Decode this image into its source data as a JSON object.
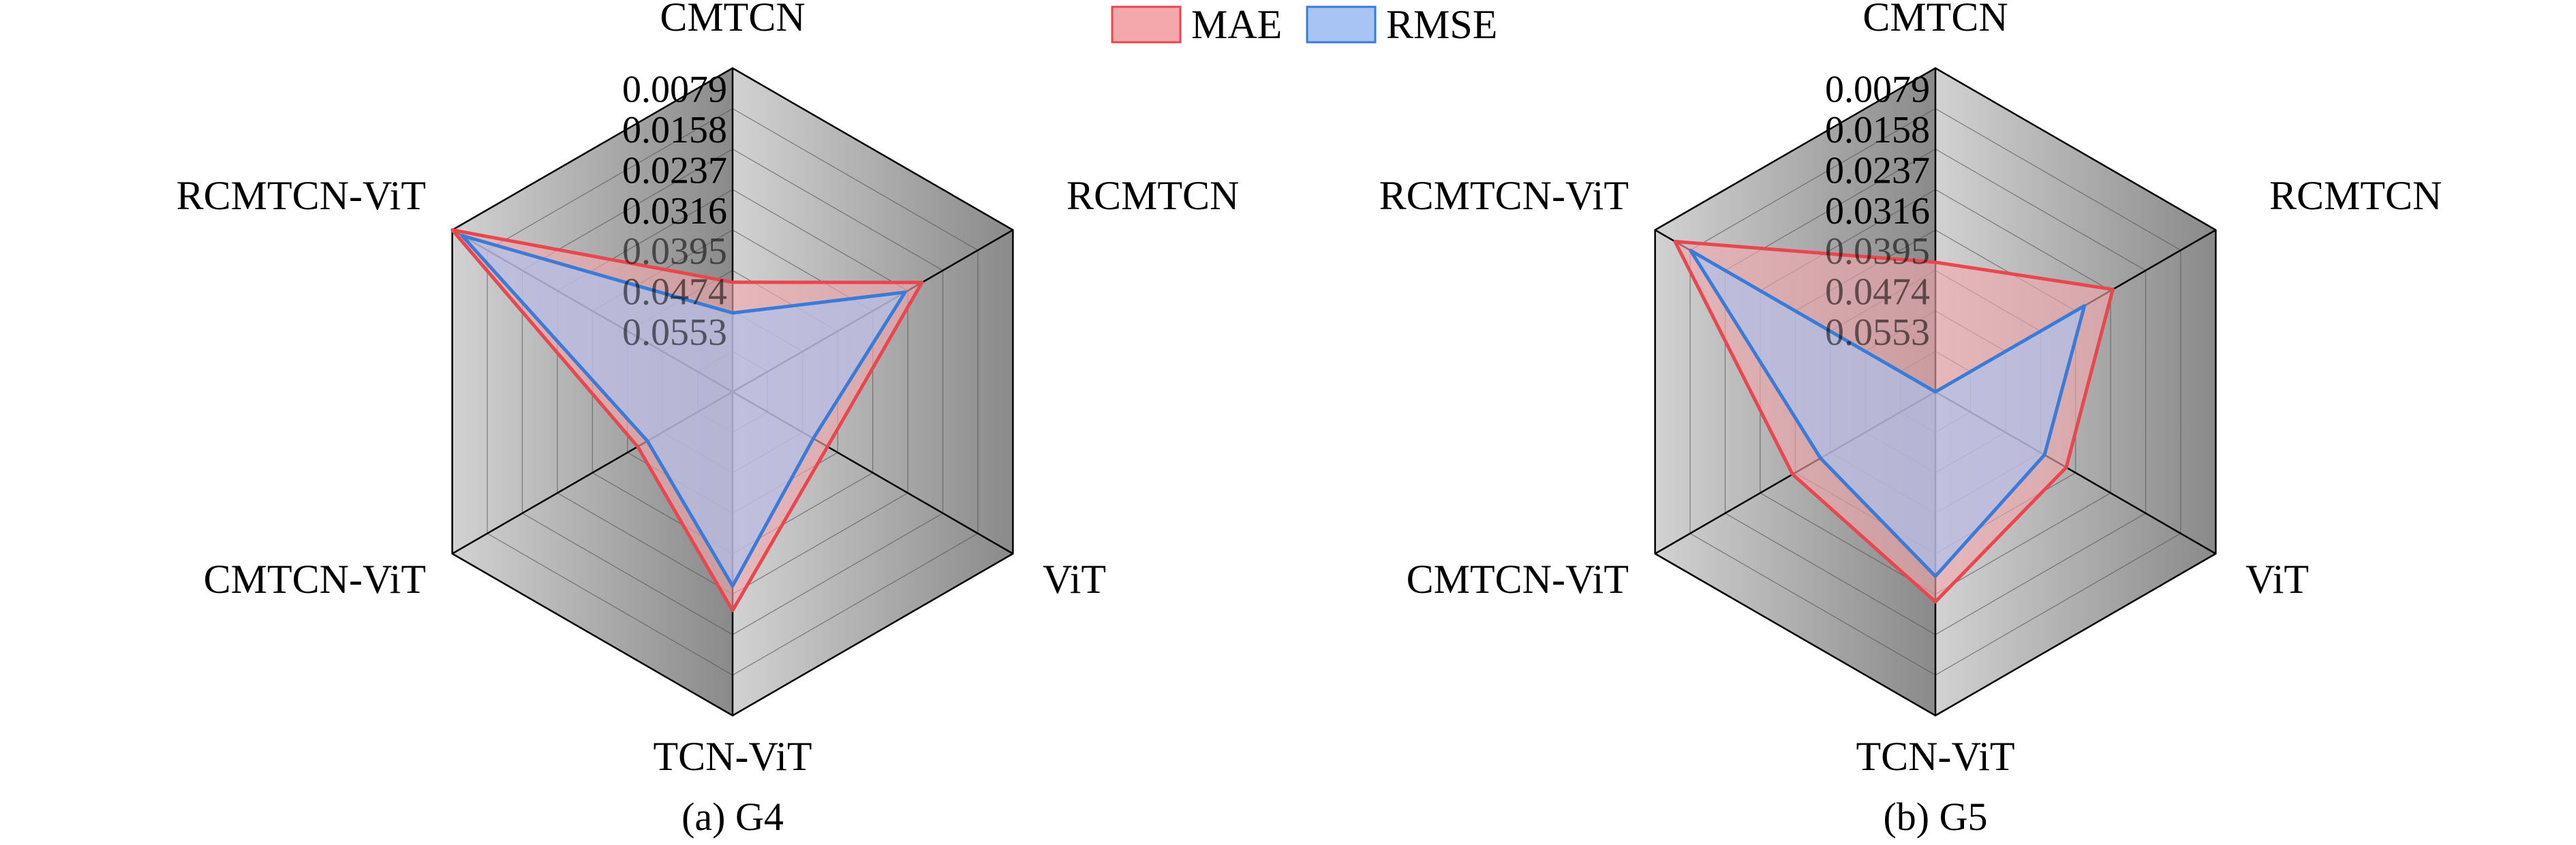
{
  "legend": {
    "items": [
      {
        "label": "MAE",
        "fill": "#f4a8ac",
        "stroke": "#e8474f"
      },
      {
        "label": "RMSE",
        "fill": "#a8c4f4",
        "stroke": "#3b7bd8"
      }
    ]
  },
  "chart_data": [
    {
      "type": "radar",
      "caption": "(a) G4",
      "axes": [
        "CMTCN",
        "RCMTCN",
        "ViT",
        "TCN-ViT",
        "CMTCN-ViT",
        "RCMTCN-ViT"
      ],
      "ticks": [
        "0.0079",
        "0.0158",
        "0.0237",
        "0.0316",
        "0.0395",
        "0.0474",
        "0.0553"
      ],
      "scale_max": 0.0632,
      "reversed": true,
      "series": [
        {
          "name": "MAE",
          "values": [
            0.0418,
            0.0205,
            0.0418,
            0.0205,
            0.0418,
            0.0
          ]
        },
        {
          "name": "RMSE",
          "values": [
            0.0478,
            0.0243,
            0.045,
            0.0253,
            0.044,
            0.0022
          ]
        }
      ]
    },
    {
      "type": "radar",
      "caption": "(b) G5",
      "axes": [
        "CMTCN",
        "RCMTCN",
        "ViT",
        "TCN-ViT",
        "CMTCN-ViT",
        "RCMTCN-ViT"
      ],
      "ticks": [
        "0.0079",
        "0.0158",
        "0.0237",
        "0.0316",
        "0.0395",
        "0.0474",
        "0.0553"
      ],
      "scale_max": 0.0632,
      "reversed": true,
      "series": [
        {
          "name": "MAE",
          "values": [
            0.0379,
            0.0232,
            0.0337,
            0.0222,
            0.031,
            0.0045
          ]
        },
        {
          "name": "RMSE",
          "values": [
            0.0632,
            0.0296,
            0.0386,
            0.0272,
            0.0373,
            0.008
          ]
        }
      ]
    }
  ]
}
